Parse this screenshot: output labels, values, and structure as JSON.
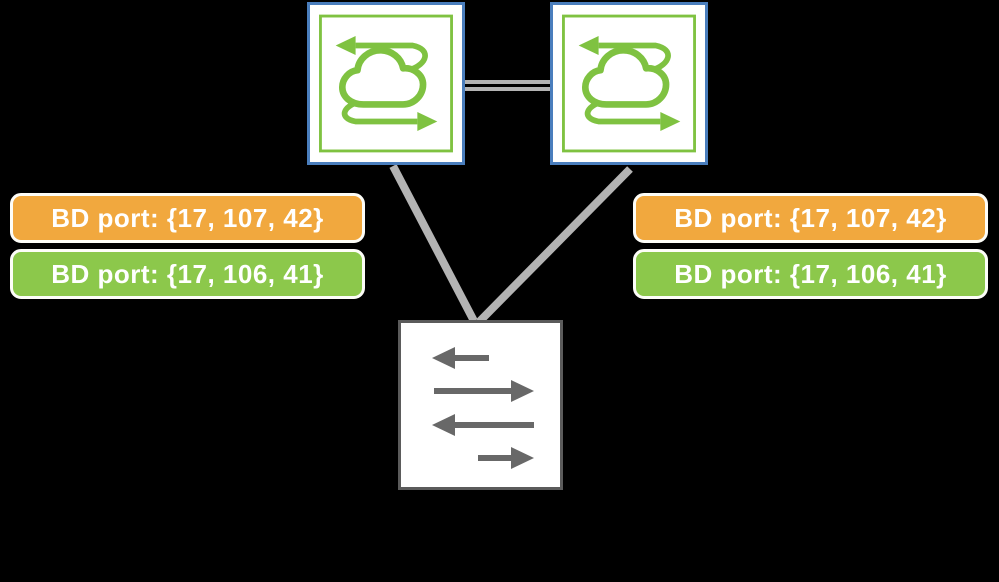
{
  "diagram": {
    "background": "#000000",
    "palette": {
      "node_border_blue": "#4a7ebd",
      "icon_green": "#7fc241",
      "label_orange": "#f1a83e",
      "label_green": "#8cc84b",
      "label_text": "#ffffff",
      "link_gray": "#b3b3b3",
      "switch_border_gray": "#5b5b5b",
      "switch_arrow_gray": "#686868"
    },
    "nodes": {
      "cloud_left": {
        "icon": "cloud-sync-icon"
      },
      "cloud_right": {
        "icon": "cloud-sync-icon"
      },
      "switch": {
        "icon": "bidirectional-arrows-icon"
      }
    },
    "links": [
      {
        "from": "cloud_left",
        "to": "cloud_right",
        "style": "double-gray-line"
      },
      {
        "from": "cloud_left",
        "to": "switch",
        "style": "gray-line"
      },
      {
        "from": "cloud_right",
        "to": "switch",
        "style": "gray-line"
      }
    ],
    "labels": {
      "left": [
        {
          "text": "BD port: {17, 107, 42}",
          "color": "#f1a83e"
        },
        {
          "text": "BD port: {17, 106, 41}",
          "color": "#8cc84b"
        }
      ],
      "right": [
        {
          "text": "BD port: {17, 107, 42}",
          "color": "#f1a83e"
        },
        {
          "text": "BD port: {17, 106, 41}",
          "color": "#8cc84b"
        }
      ]
    }
  }
}
